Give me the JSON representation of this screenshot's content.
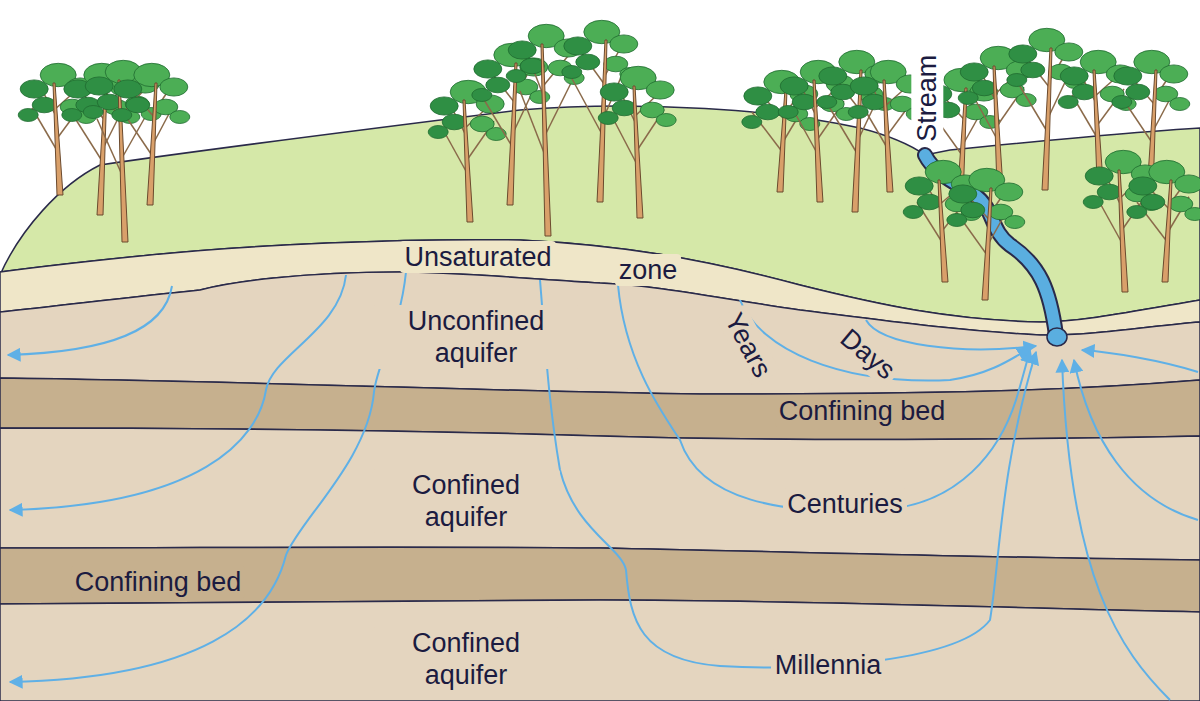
{
  "diagram": {
    "labels": [
      "Stream",
      "Unsaturated",
      "zone",
      "Unconfined aquifer",
      "Years",
      "Days",
      "Confining bed",
      "Confined aquifer",
      "Centuries",
      "Confining bed",
      "Confined aquifer",
      "Millennia"
    ]
  }
}
